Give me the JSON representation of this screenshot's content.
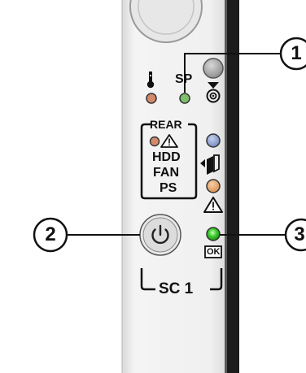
{
  "panel": {
    "sp_label": "SP",
    "rear_label": "REAR",
    "hdd_label": "HDD",
    "fan_label": "FAN",
    "ps_label": "PS",
    "ok_label": "OK",
    "sc_label": "SC 1"
  },
  "callouts": [
    "1",
    "2",
    "3"
  ],
  "colors": {
    "panel_face": "#efefef",
    "panel_edge": "#1c1c1c",
    "led_amber": "#d48a6a",
    "led_green_dim": "#7fbf6a",
    "led_blue": "#8fa3cc",
    "led_orange": "#e8a66f",
    "led_green_bright": "#34c22a",
    "button_gray": "#a9a9a9"
  },
  "icons": [
    "thermometer-icon",
    "locator-icon",
    "warning-icon",
    "removal-icon",
    "power-icon"
  ]
}
